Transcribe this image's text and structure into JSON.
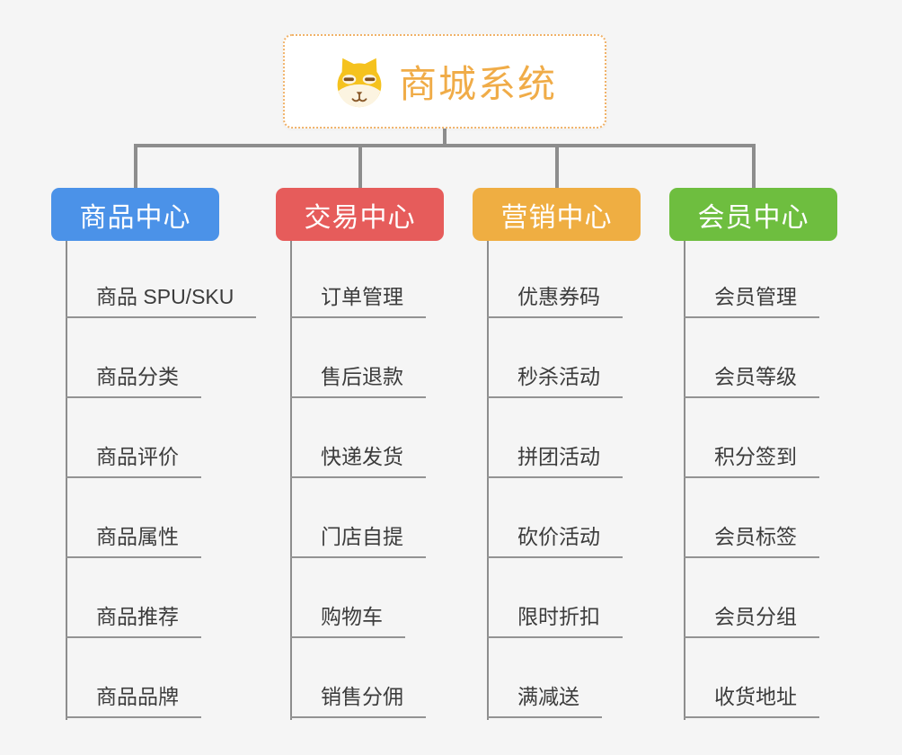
{
  "page": {
    "background": "#f5f5f5",
    "connector_color": "#8d8d8d"
  },
  "root": {
    "title": "商城系统",
    "icon": "shiba-dog-icon",
    "text_color": "#f0ac48",
    "border_color": "#f0b269",
    "background": "#ffffff"
  },
  "branches": [
    {
      "label": "商品中心",
      "color": "#4b92e8",
      "children": [
        "商品 SPU/SKU",
        "商品分类",
        "商品评价",
        "商品属性",
        "商品推荐",
        "商品品牌"
      ]
    },
    {
      "label": "交易中心",
      "color": "#e65c5b",
      "children": [
        "订单管理",
        "售后退款",
        "快递发货",
        "门店自提",
        "购物车",
        "销售分佣"
      ]
    },
    {
      "label": "营销中心",
      "color": "#efae42",
      "children": [
        "优惠券码",
        "秒杀活动",
        "拼团活动",
        "砍价活动",
        "限时折扣",
        "满减送"
      ]
    },
    {
      "label": "会员中心",
      "color": "#6ebe3f",
      "children": [
        "会员管理",
        "会员等级",
        "积分签到",
        "会员标签",
        "会员分组",
        "收货地址"
      ]
    }
  ]
}
